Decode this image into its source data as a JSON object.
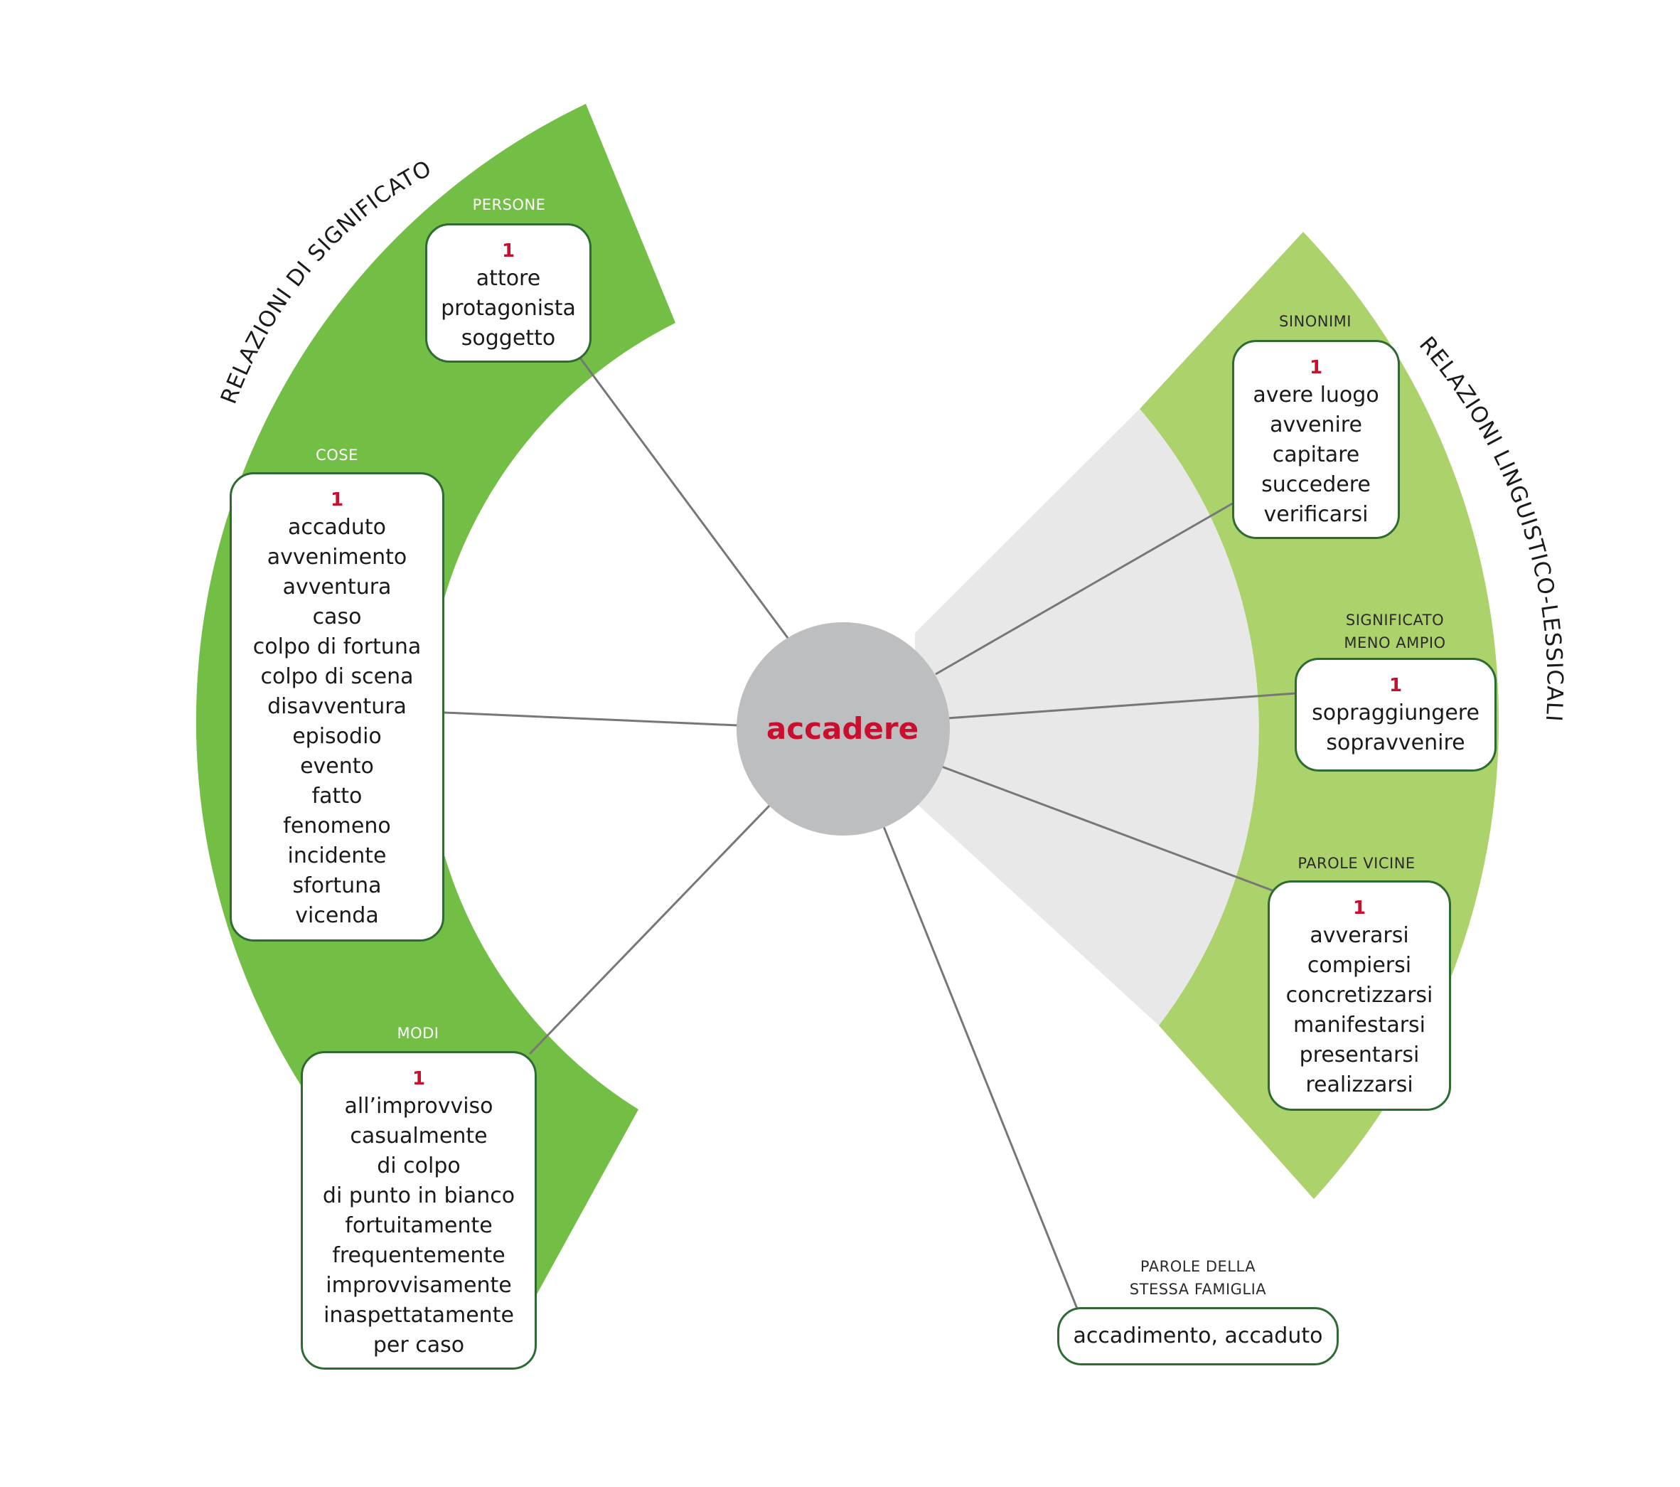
{
  "center": {
    "word": "accadere"
  },
  "arcs": {
    "left_label": "RELAZIONI DI SIGNIFICATO",
    "right_label": "RELAZIONI LINGUISTICO-LESSICALI"
  },
  "colors": {
    "left_band": "#73bf45",
    "right_band": "#abd26b",
    "inner_wedge": "#e8e8e8",
    "center_circle": "#bcbec0",
    "box_border": "#2e6b32",
    "accent_red": "#c8102e",
    "connector": "#777777"
  },
  "groups": {
    "persone": {
      "label": "PERSONE",
      "number": "1",
      "words": [
        "attore",
        "protagonista",
        "soggetto"
      ]
    },
    "cose": {
      "label": "COSE",
      "number": "1",
      "words": [
        "accaduto",
        "avvenimento",
        "avventura",
        "caso",
        "colpo di fortuna",
        "colpo di scena",
        "disavventura",
        "episodio",
        "evento",
        "fatto",
        "fenomeno",
        "incidente",
        "sfortuna",
        "vicenda"
      ]
    },
    "modi": {
      "label": "MODI",
      "number": "1",
      "words": [
        "all’improvviso",
        "casualmente",
        "di colpo",
        "di punto in bianco",
        "fortuitamente",
        "frequentemente",
        "improvvisamente",
        "inaspettatamente",
        "per caso"
      ]
    },
    "sinonimi": {
      "label": "SINONIMI",
      "number": "1",
      "words": [
        "avere luogo",
        "avvenire",
        "capitare",
        "succedere",
        "verificarsi"
      ]
    },
    "significato": {
      "label_line1": "SIGNIFICATO",
      "label_line2": "MENO AMPIO",
      "number": "1",
      "words": [
        "sopraggiungere",
        "sopravvenire"
      ]
    },
    "vicine": {
      "label": "PAROLE VICINE",
      "number": "1",
      "words": [
        "avverarsi",
        "compiersi",
        "concretizzarsi",
        "manifestarsi",
        "presentarsi",
        "realizzarsi"
      ]
    },
    "famiglia": {
      "label_line1": "PAROLE DELLA",
      "label_line2": "STESSA FAMIGLIA",
      "text": "accadimento, accaduto"
    }
  }
}
